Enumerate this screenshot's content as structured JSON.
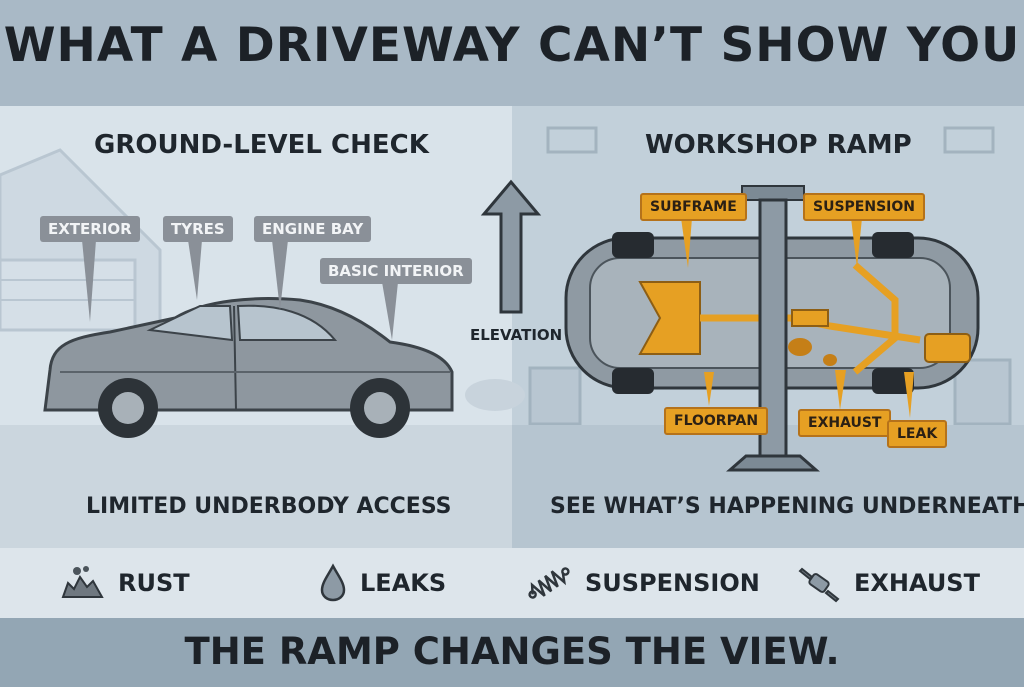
{
  "title": "WHAT A DRIVEWAY CAN’T SHOW YOU",
  "left": {
    "heading": "GROUND-LEVEL CHECK",
    "tags": [
      "EXTERIOR",
      "TYRES",
      "ENGINE BAY",
      "BASIC INTERIOR"
    ],
    "caption": "LIMITED UNDERBODY ACCESS"
  },
  "elevation_label": "ELEVATION",
  "right": {
    "heading": "WORKSHOP RAMP",
    "tags": [
      "SUBFRAME",
      "SUSPENSION",
      "FLOORPAN",
      "EXHAUST",
      "LEAK"
    ],
    "caption": "SEE WHAT’S HAPPENING UNDERNEATH"
  },
  "legend": [
    {
      "label": "RUST",
      "icon": "rust-icon"
    },
    {
      "label": "LEAKS",
      "icon": "droplet-icon"
    },
    {
      "label": "SUSPENSION",
      "icon": "spring-icon"
    },
    {
      "label": "EXHAUST",
      "icon": "exhaust-icon"
    }
  ],
  "footer": "THE RAMP CHANGES THE VIEW.",
  "colors": {
    "accent": "#e6a023",
    "tag_gray": "#8a9098",
    "band": "#a9b9c6"
  }
}
